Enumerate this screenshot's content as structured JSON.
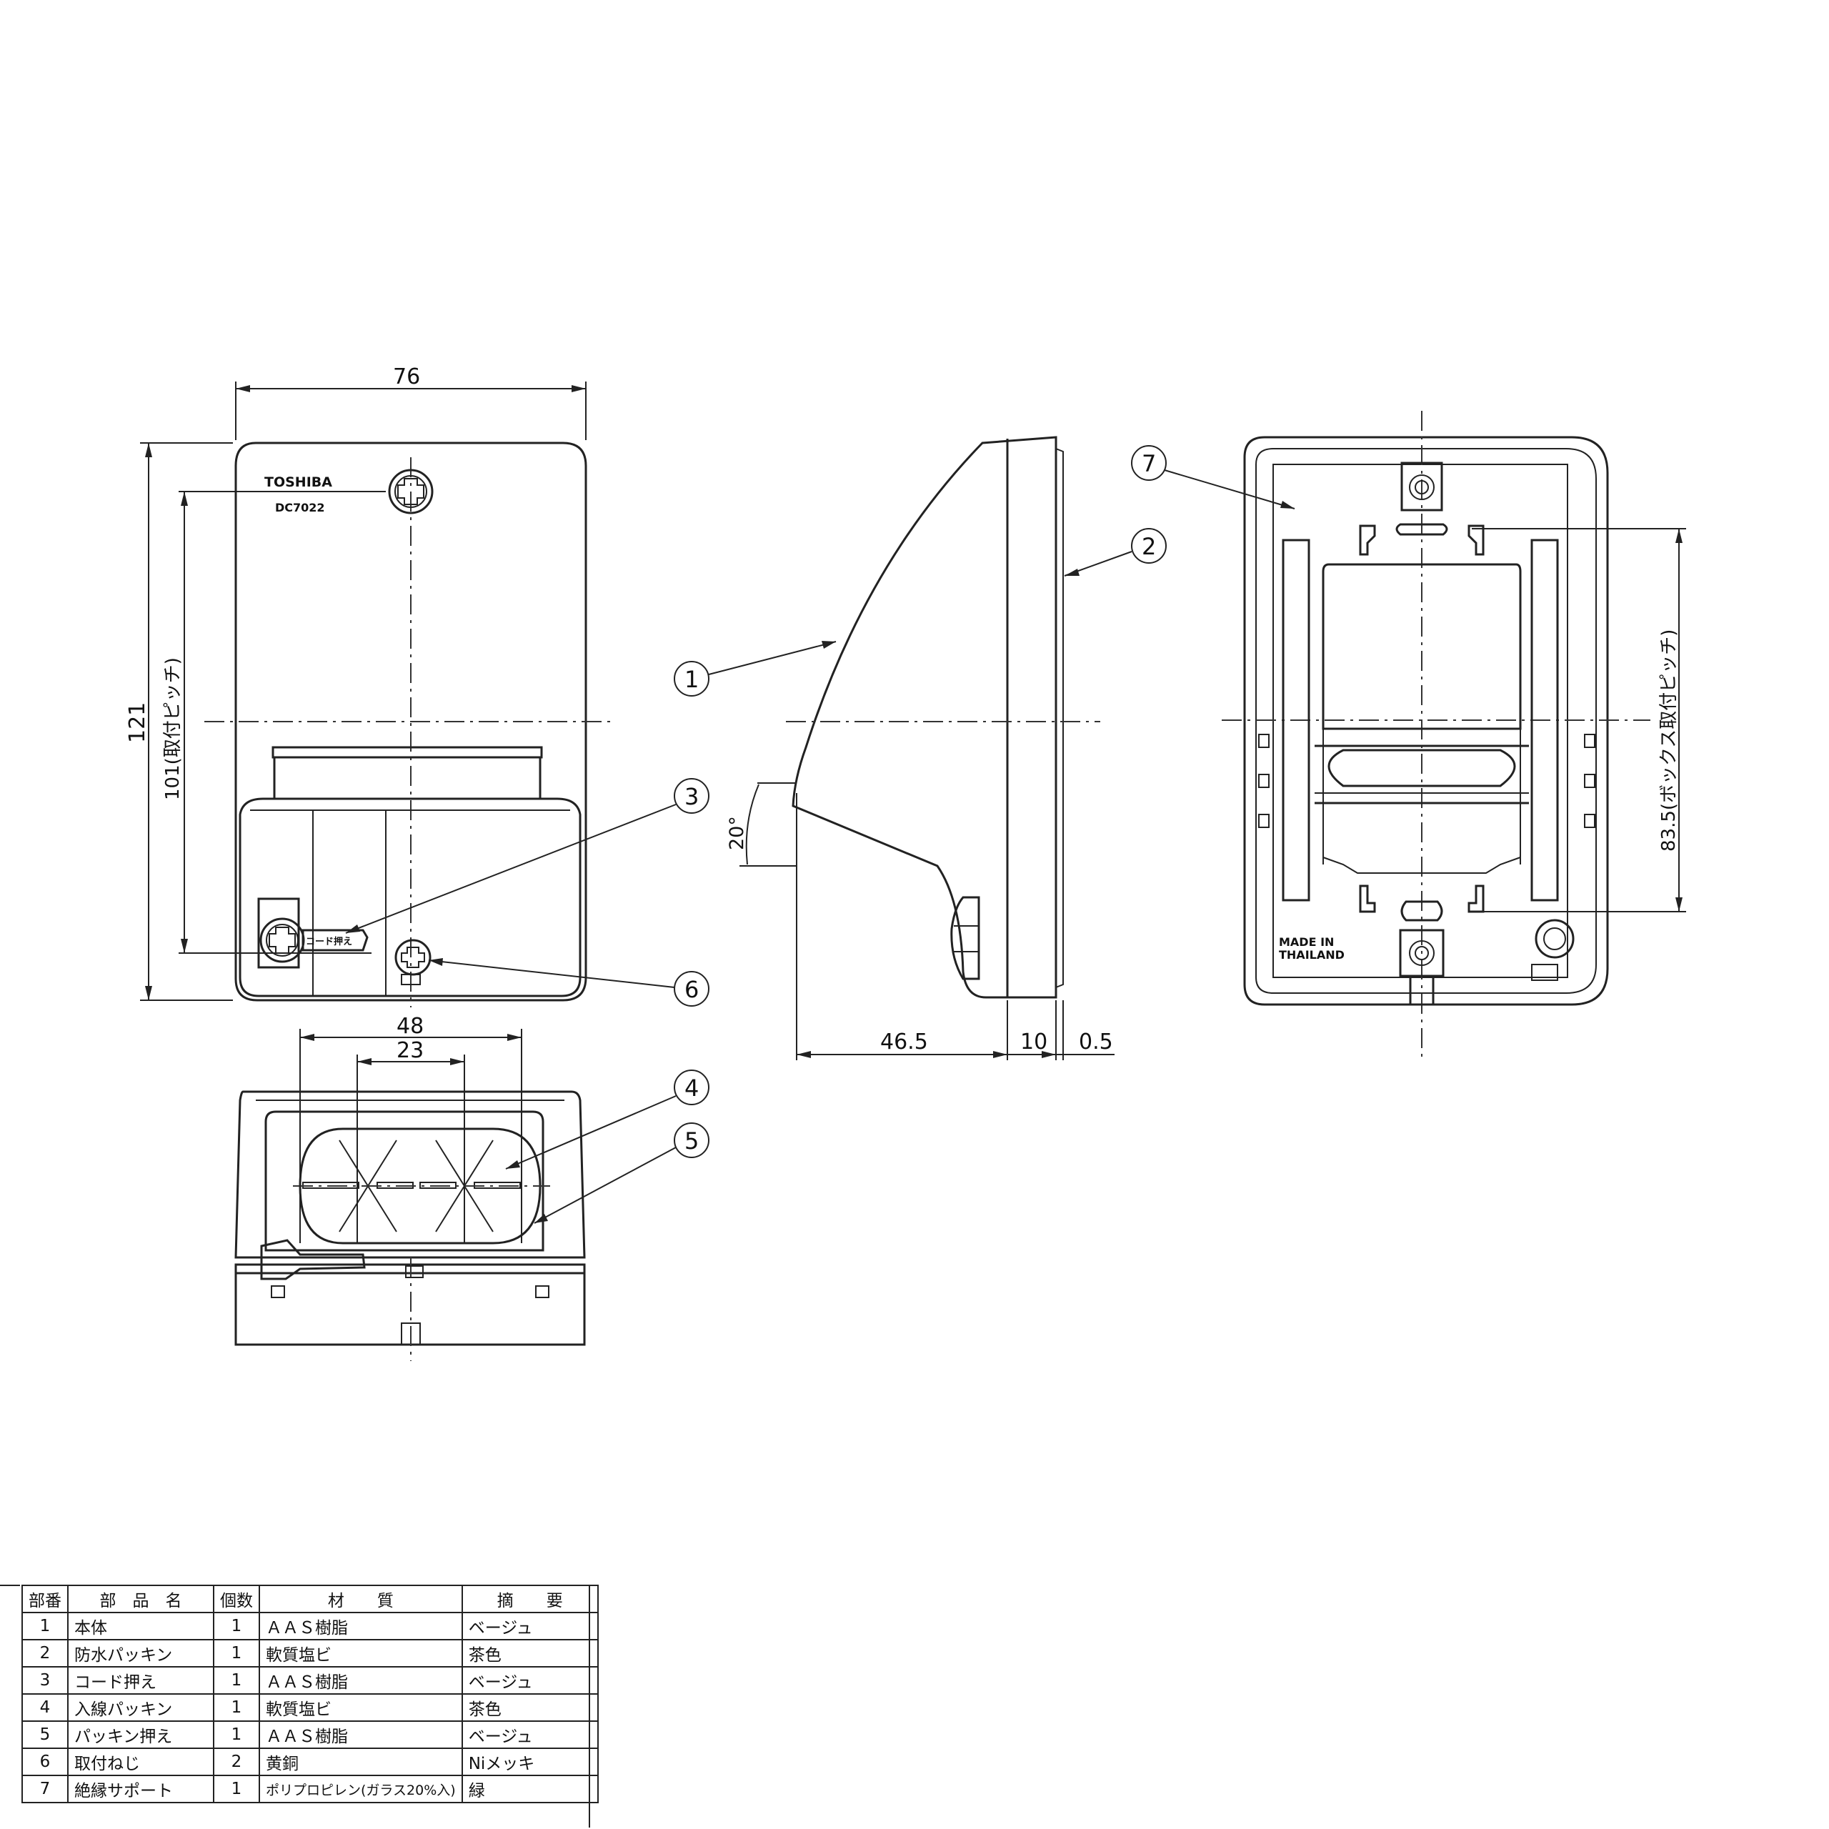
{
  "front_view": {
    "brand": "TOSHIBA",
    "model": "DC7022",
    "cord_label": "コード押え",
    "dim_width": "76",
    "dim_height": "121",
    "dim_pitch": "101(取付ピッチ)"
  },
  "bottom_view": {
    "dim_outer": "48",
    "dim_inner": "23"
  },
  "side_view": {
    "angle": "20°",
    "dim_depth": "46.5",
    "dim_base": "10",
    "dim_gasket": "0.5"
  },
  "back_view": {
    "origin_line1": "MADE IN",
    "origin_line2": "THAILAND",
    "dim_box_pitch": "83.5(ボックス取付ピッチ)"
  },
  "callouts": [
    "1",
    "2",
    "3",
    "4",
    "5",
    "6",
    "7"
  ],
  "parts_table": {
    "headers": {
      "no": "部番",
      "name": "部　品　名",
      "qty": "個数",
      "material": "材　　質",
      "note": "摘　　要"
    },
    "rows": [
      {
        "no": "1",
        "name": "本体",
        "qty": "1",
        "material": "ＡＡＳ樹脂",
        "note": "ベージュ"
      },
      {
        "no": "2",
        "name": "防水パッキン",
        "qty": "1",
        "material": "軟質塩ビ",
        "note": "茶色"
      },
      {
        "no": "3",
        "name": "コード押え",
        "qty": "1",
        "material": "ＡＡＳ樹脂",
        "note": "ベージュ"
      },
      {
        "no": "4",
        "name": "入線パッキン",
        "qty": "1",
        "material": "軟質塩ビ",
        "note": "茶色"
      },
      {
        "no": "5",
        "name": "パッキン押え",
        "qty": "1",
        "material": "ＡＡＳ樹脂",
        "note": "ベージュ"
      },
      {
        "no": "6",
        "name": "取付ねじ",
        "qty": "2",
        "material": "黄銅",
        "note": "Niメッキ"
      },
      {
        "no": "7",
        "name": "絶縁サポート",
        "qty": "1",
        "material": "ポリプロピレン(ガラス20%入)",
        "note": "緑"
      }
    ]
  }
}
